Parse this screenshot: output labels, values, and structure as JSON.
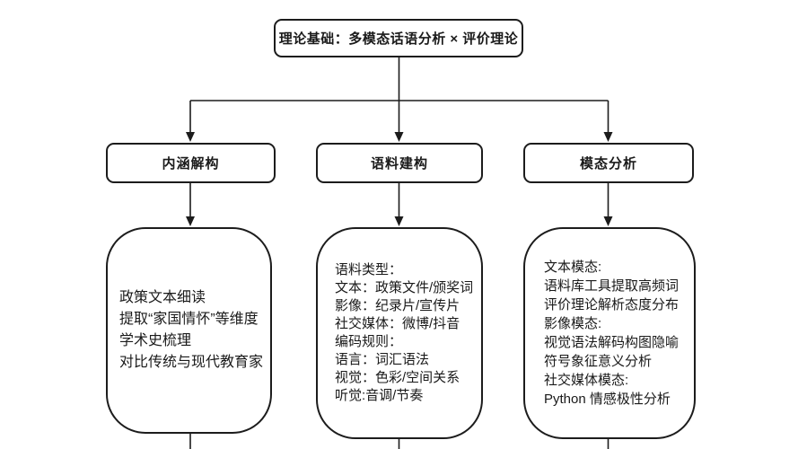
{
  "diagram": {
    "title": "理论基础：多模态话语分析 × 评价理论",
    "branches": [
      {
        "header": "内涵解构",
        "lines": [
          "政策文本细读",
          "提取“家国情怀”等维度",
          "学术史梳理",
          "对比传统与现代教育家"
        ]
      },
      {
        "header": "语料建构",
        "lines": [
          "语料类型：",
          "文本：政策文件/颁奖词",
          "影像：纪录片/宣传片",
          "社交媒体：微博/抖音",
          "编码规则：",
          "语言：词汇语法",
          "视觉：色彩/空间关系",
          "听觉:音调/节奏"
        ]
      },
      {
        "header": "模态分析",
        "lines": [
          "文本模态:",
          "语料库工具提取高频词",
          "评价理论解析态度分布",
          "影像模态:",
          "视觉语法解码构图隐喻",
          "符号象征意义分析",
          "社交媒体模态:",
          "Python 情感极性分析"
        ]
      }
    ]
  },
  "colors": {
    "stroke": "#1c1c1c",
    "background": "#ffffff",
    "text": "#1a1a1a"
  }
}
